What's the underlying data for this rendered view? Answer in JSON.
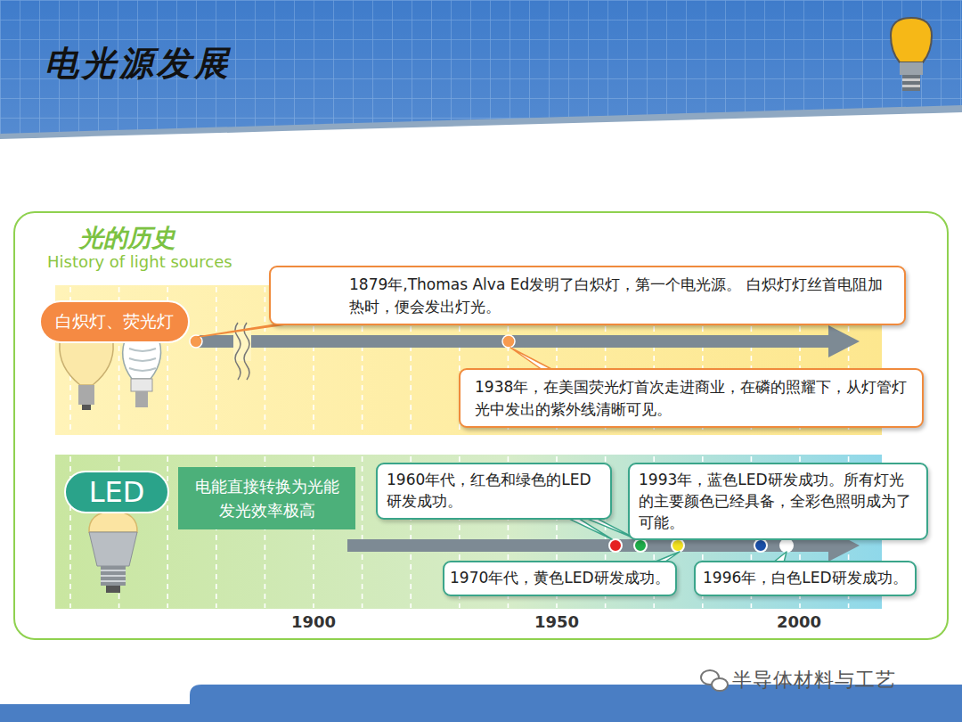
{
  "diagram": {
    "title": "电光源发展",
    "nodes": [
      {
        "text": [
          "光的历史",
          "History of light sources"
        ]
      },
      {
        "text": [
          "白炽灯、荧光灯"
        ],
        "in": 0
      },
      {
        "text": [
          "1879年,Thomas Alva Ed发明了白炽灯，第一个电光源。 白炽灯灯丝首电阻加热时，便会发出灯光。"
        ],
        "in": 0
      },
      {
        "text": [
          "1938年，在美国荧光灯首次走进商业，在磷的照耀下，从灯管灯光中发出的紫外线清晰可见。"
        ],
        "in": 0
      },
      {
        "text": [
          "LED"
        ],
        "in": 0
      },
      {
        "text": [
          "电能直接转换为光能 发光效率极高"
        ],
        "in": 0
      },
      {
        "text": [
          "1960年代，红色和绿色的LED研发成功。"
        ],
        "in": 0
      },
      {
        "text": [
          "1993年，蓝色LED研发成功。所有灯光的主要颜色已经具备，全彩色照明成为了可能。"
        ],
        "in": 0
      },
      {
        "text": [
          "1970年代，黄色LED研发成功。"
        ],
        "in": 0
      },
      {
        "text": [
          "1996年，白色LED研发成功。"
        ],
        "in": 0
      }
    ],
    "labels": [
      "1900",
      "1950",
      "2000",
      "半导体材料与工艺"
    ]
  }
}
